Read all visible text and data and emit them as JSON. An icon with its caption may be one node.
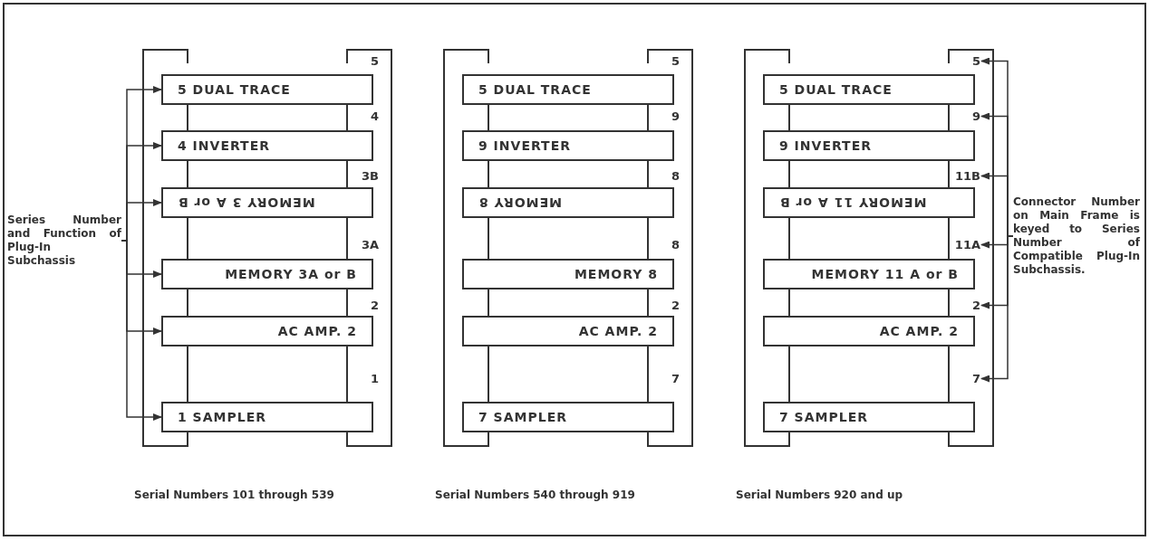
{
  "diagram": {
    "nodes": [
      {
        "text": [
          "Series Number and Function of Plug-In Subchassis"
        ]
      },
      {
        "text": [
          "5 DUAL TRACE"
        ]
      },
      {
        "text": [
          "4 INVERTER"
        ]
      },
      {
        "text": [
          "MEMORY 3 A or B"
        ]
      },
      {
        "text": [
          "MEMORY 3A or B"
        ]
      },
      {
        "text": [
          "AC AMP. 2"
        ]
      },
      {
        "text": [
          "1 SAMPLER"
        ]
      },
      {
        "text": [
          "5 DUAL TRACE"
        ]
      },
      {
        "text": [
          "9 INVERTER"
        ]
      },
      {
        "text": [
          "MEMORY 8"
        ]
      },
      {
        "text": [
          "MEMORY 8"
        ]
      },
      {
        "text": [
          "AC AMP. 2"
        ]
      },
      {
        "text": [
          "7 SAMPLER"
        ]
      },
      {
        "text": [
          "5 DUAL TRACE"
        ]
      },
      {
        "text": [
          "9 INVERTER"
        ]
      },
      {
        "text": [
          "MEMORY 11 A or B"
        ]
      },
      {
        "text": [
          "MEMORY 11 A or B"
        ]
      },
      {
        "text": [
          "AC AMP. 2"
        ]
      },
      {
        "text": [
          "7 SAMPLER"
        ]
      },
      {
        "text": [
          "Connector Number on Main Frame is keyed to Series Number of Compatible Plug-In Subchassis."
        ]
      },
      {
        "text": [
          "5"
        ]
      },
      {
        "text": [
          "9"
        ]
      },
      {
        "text": [
          "11B"
        ]
      },
      {
        "text": [
          "11A"
        ]
      },
      {
        "text": [
          "2"
        ]
      },
      {
        "text": [
          "7"
        ]
      }
    ],
    "edges": [
      {
        "from": 0,
        "to": 1,
        "arrow": "to"
      },
      {
        "from": 0,
        "to": 2,
        "arrow": "to"
      },
      {
        "from": 0,
        "to": 3,
        "arrow": "to"
      },
      {
        "from": 0,
        "to": 4,
        "arrow": "to"
      },
      {
        "from": 0,
        "to": 5,
        "arrow": "to"
      },
      {
        "from": 0,
        "to": 6,
        "arrow": "to"
      },
      {
        "from": 19,
        "to": 20,
        "arrow": "to"
      },
      {
        "from": 19,
        "to": 21,
        "arrow": "to"
      },
      {
        "from": 19,
        "to": 22,
        "arrow": "to"
      },
      {
        "from": 19,
        "to": 23,
        "arrow": "to"
      },
      {
        "from": 19,
        "to": 24,
        "arrow": "to"
      },
      {
        "from": 19,
        "to": 25,
        "arrow": "to"
      }
    ],
    "labels": [
      "5",
      "4",
      "3B",
      "3A",
      "2",
      "1",
      "5",
      "9",
      "8",
      "8",
      "2",
      "7",
      "Serial Numbers 101 through 539",
      "Serial Numbers 540 through 919",
      "Serial Numbers 920 and up"
    ]
  }
}
